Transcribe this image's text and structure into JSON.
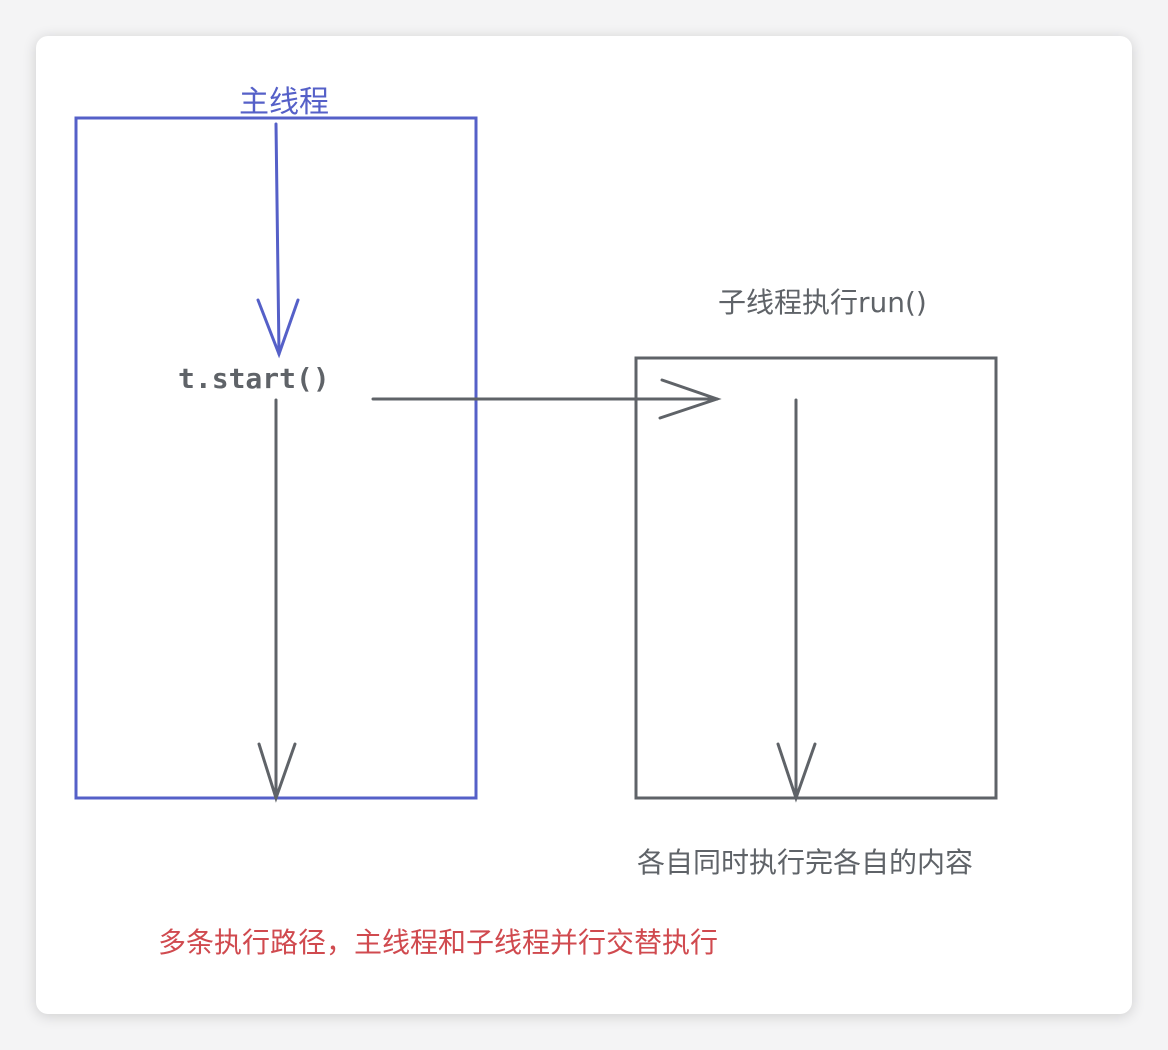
{
  "colors": {
    "main_thread": "#5560c8",
    "sub_thread": "#5f6368",
    "note": "#d04a4f",
    "background": "#ffffff"
  },
  "diagram": {
    "main_thread_label": "主线程",
    "start_call_label": "t.start()",
    "sub_thread_label": "子线程执行run()",
    "concurrent_note": "各自同时执行完各自的内容",
    "summary_note": "多条执行路径，主线程和子线程并行交替执行"
  }
}
